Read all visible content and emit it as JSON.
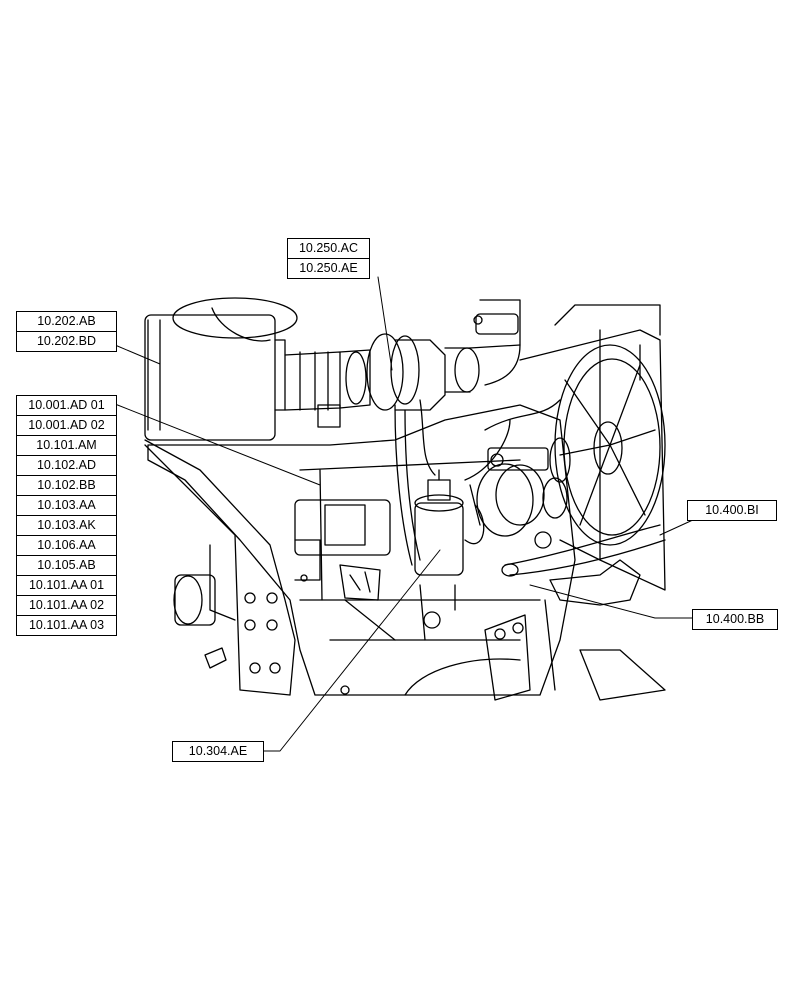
{
  "callouts": {
    "top_center": [
      "10.250.AC",
      "10.250.AE"
    ],
    "upper_left": [
      "10.202.AB",
      "10.202.BD"
    ],
    "left_stack": [
      "10.001.AD 01",
      "10.001.AD 02",
      "10.101.AM",
      "10.102.AD",
      "10.102.BB",
      "10.103.AA",
      "10.103.AK",
      "10.106.AA",
      "10.105.AB",
      "10.101.AA 01",
      "10.101.AA 02",
      "10.101.AA 03"
    ],
    "right_upper": [
      "10.400.BI"
    ],
    "right_lower": [
      "10.400.BB"
    ],
    "bottom": [
      "10.304.AE"
    ]
  }
}
